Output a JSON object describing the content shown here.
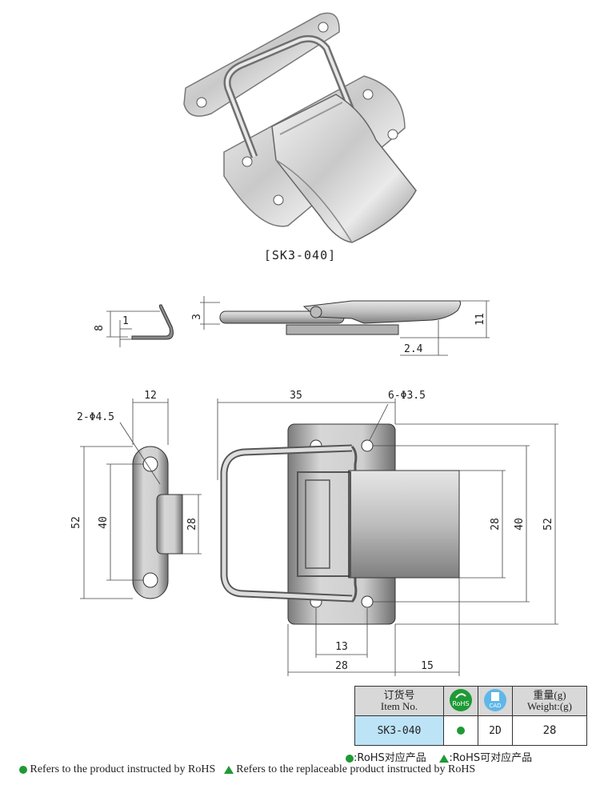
{
  "caption": "[SK3-040]",
  "dimensions": {
    "side_hook_height": "8",
    "side_hook_thickness": "1",
    "side_latch_thickness": "3",
    "side_total_height": "11",
    "side_offset": "2.4",
    "keeper_width": "12",
    "keeper_holes": "2-Φ4.5",
    "keeper_length": "52",
    "keeper_hole_pitch": "40",
    "keeper_slot": "28",
    "main_width": "35",
    "main_holes": "6-Φ3.5",
    "main_latch_width": "28",
    "main_hole_pitch": "40",
    "main_length": "52",
    "main_bottom_13": "13",
    "main_bottom_28": "28",
    "main_bottom_15": "15"
  },
  "spec_table": {
    "header_order_cn": "订货号",
    "header_order_en": "Item No.",
    "rohs_label": "RoHS",
    "cad_label": "CAD",
    "header_weight_cn": "重量(g)",
    "header_weight_en": "Weight:(g)",
    "item_no": "SK3-040",
    "cad_value": "2D",
    "weight": "28"
  },
  "legend": {
    "cn_rohs": ":RoHS对应产品",
    "cn_replace": ":RoHS可对应产品",
    "en_rohs": "Refers to the product instructed by RoHS",
    "en_replace": "Refers to the replaceable product instructed by RoHS"
  },
  "colors": {
    "rohs_green": "#1e9a35",
    "table_blue": "#bde3f7",
    "table_header_gray": "#d8d8d8"
  }
}
